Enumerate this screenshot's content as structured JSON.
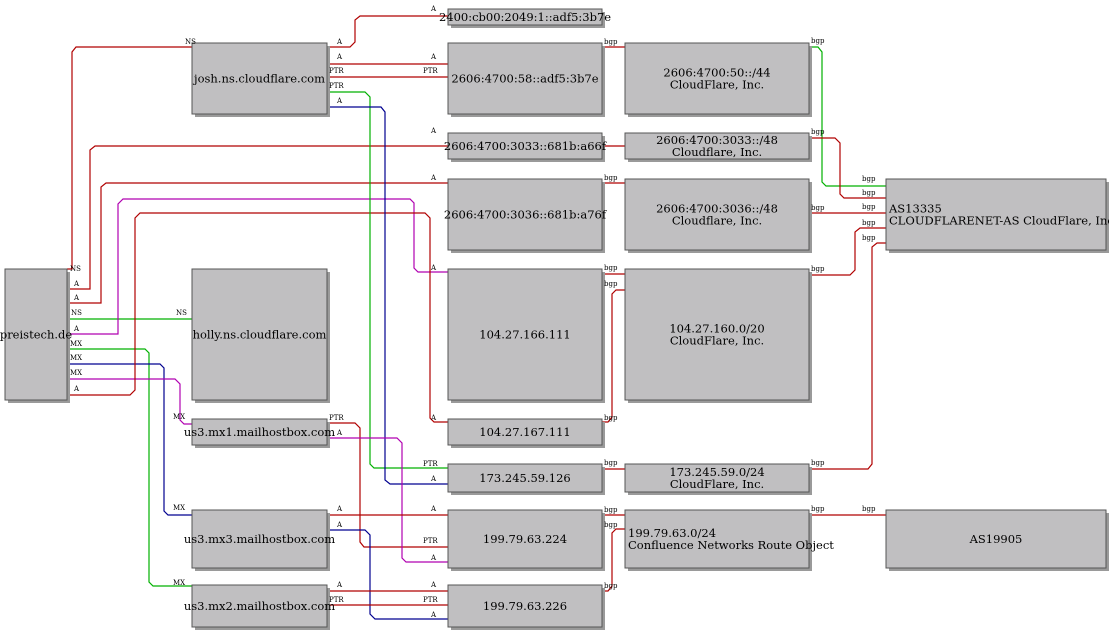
{
  "colors": {
    "red": "#b00000",
    "green": "#00b000",
    "blue": "#000090",
    "magenta": "#b000b0"
  },
  "nodes": {
    "preistech": {
      "lines": [
        "preistech.de"
      ]
    },
    "josh": {
      "lines": [
        "josh.ns.cloudflare.com"
      ]
    },
    "holly": {
      "lines": [
        "holly.ns.cloudflare.com"
      ]
    },
    "mx1": {
      "lines": [
        "us3.mx1.mailhostbox.com"
      ]
    },
    "mx3": {
      "lines": [
        "us3.mx3.mailhostbox.com"
      ]
    },
    "mx2": {
      "lines": [
        "us3.mx2.mailhostbox.com"
      ]
    },
    "ip_2400": {
      "lines": [
        "2400:cb00:2049:1::adf5:3b7e"
      ]
    },
    "ip_58": {
      "lines": [
        "2606:4700:58::adf5:3b7e"
      ]
    },
    "ip_3033": {
      "lines": [
        "2606:4700:3033::681b:a66f"
      ]
    },
    "ip_3036": {
      "lines": [
        "2606:4700:3036::681b:a76f"
      ]
    },
    "ip_166": {
      "lines": [
        "104.27.166.111"
      ]
    },
    "ip_167": {
      "lines": [
        "104.27.167.111"
      ]
    },
    "ip_173": {
      "lines": [
        "173.245.59.126"
      ]
    },
    "ip_224": {
      "lines": [
        "199.79.63.224"
      ]
    },
    "ip_226": {
      "lines": [
        "199.79.63.226"
      ]
    },
    "pfx_50": {
      "lines": [
        "2606:4700:50::/44",
        "CloudFlare, Inc."
      ]
    },
    "pfx_3033": {
      "lines": [
        "2606:4700:3033::/48",
        "Cloudflare, Inc."
      ]
    },
    "pfx_3036": {
      "lines": [
        "2606:4700:3036::/48",
        "Cloudflare, Inc."
      ]
    },
    "pfx_104": {
      "lines": [
        "104.27.160.0/20",
        "CloudFlare, Inc."
      ]
    },
    "pfx_173": {
      "lines": [
        "173.245.59.0/24",
        "CloudFlare, Inc."
      ]
    },
    "pfx_199": {
      "lines": [
        "199.79.63.0/24",
        "Confluence Networks Route Object"
      ]
    },
    "as13335": {
      "lines": [
        "AS13335",
        "CLOUDFLARENET-AS CloudFlare, Inc."
      ]
    },
    "as19905": {
      "lines": [
        "AS19905"
      ]
    }
  },
  "edges": [
    {
      "id": "preistech-josh-ns",
      "color": "red",
      "from_label": "NS",
      "to_label": "NS"
    },
    {
      "id": "preistech-3033-a",
      "color": "red",
      "from_label": "A",
      "to_label": "A"
    },
    {
      "id": "preistech-3036-a",
      "color": "red",
      "from_label": "A",
      "to_label": "A"
    },
    {
      "id": "preistech-holly-ns",
      "color": "green",
      "from_label": "NS",
      "to_label": "NS"
    },
    {
      "id": "preistech-166-a",
      "color": "magenta",
      "from_label": "A",
      "to_label": "A"
    },
    {
      "id": "preistech-mx3-mx",
      "color": "green",
      "from_label": "MX",
      "to_label": "MX"
    },
    {
      "id": "preistech-mx2-mx",
      "color": "blue",
      "from_label": "MX",
      "to_label": "MX"
    },
    {
      "id": "preistech-mx1-mx",
      "color": "magenta",
      "from_label": "MX",
      "to_label": "MX"
    },
    {
      "id": "preistech-167-a",
      "color": "red",
      "from_label": "A",
      "to_label": "A"
    },
    {
      "id": "josh-2400-a",
      "color": "red",
      "from_label": "A",
      "to_label": "A"
    },
    {
      "id": "josh-58-a",
      "color": "red",
      "from_label": "A",
      "to_label": "A"
    },
    {
      "id": "josh-58-ptr",
      "color": "red",
      "from_label": "PTR",
      "to_label": "PTR"
    },
    {
      "id": "josh-173-ptr",
      "color": "green",
      "from_label": "PTR",
      "to_label": "PTR"
    },
    {
      "id": "josh-173-a",
      "color": "blue",
      "from_label": "A",
      "to_label": "A"
    },
    {
      "id": "mx1-224-ptr",
      "color": "red",
      "from_label": "PTR",
      "to_label": "PTR"
    },
    {
      "id": "mx1-224-a",
      "color": "magenta",
      "from_label": "A",
      "to_label": "A"
    },
    {
      "id": "mx3-224-a",
      "color": "red",
      "from_label": "A",
      "to_label": "A"
    },
    {
      "id": "mx3-226-a",
      "color": "blue",
      "from_label": "A",
      "to_label": "A"
    },
    {
      "id": "mx2-226-a",
      "color": "red",
      "from_label": "A",
      "to_label": "A"
    },
    {
      "id": "mx2-226-ptr",
      "color": "red",
      "from_label": "PTR",
      "to_label": "PTR"
    },
    {
      "id": "ip58-pfx50-bgp",
      "color": "red",
      "from_label": "bgp",
      "to_label": ""
    },
    {
      "id": "ip3033-pfx3033-bgp",
      "color": "red",
      "from_label": "",
      "to_label": ""
    },
    {
      "id": "ip3036-pfx3036-bgp",
      "color": "red",
      "from_label": "bgp",
      "to_label": ""
    },
    {
      "id": "ip166-pfx104-bgp",
      "color": "red",
      "from_label": "bgp",
      "to_label": ""
    },
    {
      "id": "ip167-pfx104-bgp",
      "color": "red",
      "from_label": "bgp",
      "to_label": "bgp"
    },
    {
      "id": "ip173-pfx173-bgp",
      "color": "red",
      "from_label": "bgp",
      "to_label": ""
    },
    {
      "id": "ip224-pfx199-bgp",
      "color": "red",
      "from_label": "bgp",
      "to_label": ""
    },
    {
      "id": "ip226-pfx199-bgp",
      "color": "red",
      "from_label": "bgp",
      "to_label": "bgp"
    },
    {
      "id": "pfx50-as13335-bgp",
      "color": "green",
      "from_label": "bgp",
      "to_label": "bgp"
    },
    {
      "id": "pfx3033-as13335-bgp",
      "color": "red",
      "from_label": "bgp",
      "to_label": "bgp"
    },
    {
      "id": "pfx3036-as13335-bgp",
      "color": "red",
      "from_label": "bgp",
      "to_label": "bgp"
    },
    {
      "id": "pfx104-as13335-bgp",
      "color": "red",
      "from_label": "bgp",
      "to_label": "bgp"
    },
    {
      "id": "pfx173-as13335-bgp",
      "color": "red",
      "from_label": "bgp",
      "to_label": "bgp"
    },
    {
      "id": "pfx199-as19905-bgp",
      "color": "red",
      "from_label": "bgp",
      "to_label": "bgp"
    }
  ]
}
